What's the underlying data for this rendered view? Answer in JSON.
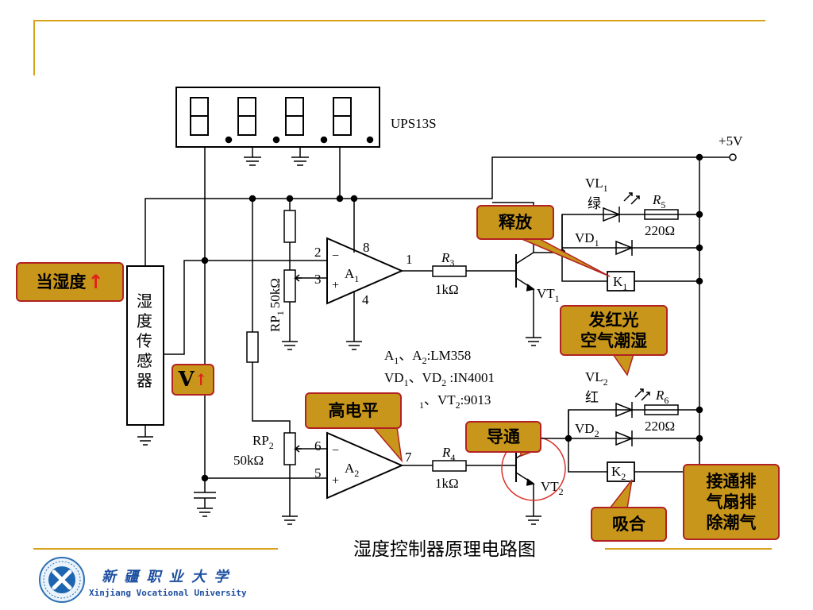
{
  "title": "湿度控制器原理电路图",
  "display": {
    "model": "UPS13S"
  },
  "supply": "+5V",
  "sensor": {
    "label": [
      "湿",
      "度",
      "传",
      "感",
      "器"
    ]
  },
  "opamps": {
    "a1": {
      "name": "A",
      "sub": "1",
      "pins": {
        "inv": "2",
        "noninv": "3",
        "power": "8",
        "gnd": "4",
        "out": "1"
      }
    },
    "a2": {
      "name": "A",
      "sub": "2",
      "pins": {
        "inv": "6",
        "noninv": "5",
        "out": "7"
      }
    }
  },
  "components": {
    "r3": {
      "name": "R",
      "sub": "3",
      "value": "1kΩ"
    },
    "r4": {
      "name": "R",
      "sub": "4",
      "value": "1kΩ"
    },
    "r5": {
      "name": "R",
      "sub": "5",
      "value": "220Ω"
    },
    "r6": {
      "name": "R",
      "sub": "6",
      "value": "220Ω"
    },
    "rp1": {
      "name": "RP",
      "sub": "1",
      "value": "50kΩ"
    },
    "rp2": {
      "name": "RP",
      "sub": "2",
      "value": "50kΩ"
    },
    "vt1": {
      "name": "VT",
      "sub": "1"
    },
    "vt2": {
      "name": "VT",
      "sub": "2"
    },
    "vd1": {
      "name": "VD",
      "sub": "1"
    },
    "vd2": {
      "name": "VD",
      "sub": "2"
    },
    "vl1": {
      "name": "VL",
      "sub": "1",
      "color": "绿"
    },
    "vl2": {
      "name": "VL",
      "sub": "2",
      "color": "红"
    },
    "k1": {
      "name": "K",
      "sub": "1"
    },
    "k2": {
      "name": "K",
      "sub": "2"
    }
  },
  "parts_list": {
    "line1_a": "A",
    "line1_a_sub1": "1",
    "line1_sep": "、A",
    "line1_a_sub2": "2",
    "line1_value": ":LM358",
    "line2_a": "VD",
    "line2_sub1": "1",
    "line2_sep": "、VD",
    "line2_sub2": "2",
    "line2_value": " :IN4001",
    "line3_sub1": "1",
    "line3_sep": "、VT",
    "line3_sub2": "2",
    "line3_value": ":9013"
  },
  "callouts": {
    "humidity_up": "当湿度",
    "voltage_up": "V",
    "release": "释放",
    "red_led": [
      "发红光",
      "空气潮湿"
    ],
    "high_level": "高电平",
    "conduct": "导通",
    "pull_in": "吸合",
    "fan": [
      "接通排",
      "气扇排",
      "除潮气"
    ]
  },
  "logo": {
    "name_cn": "新 疆 职 业 大 学",
    "name_en": "Xinjiang Vocational University"
  },
  "colors": {
    "accent_rule": "#d9a21b",
    "callout_fill": "#c9961c",
    "callout_border": "#b22222",
    "arrow_red": "#e0201b"
  }
}
